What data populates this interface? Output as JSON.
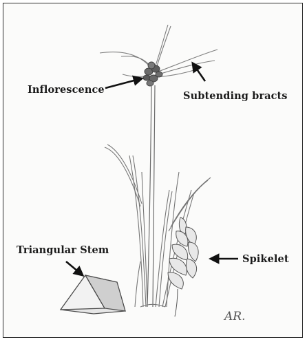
{
  "labels": {
    "inflorescence": "Inflorescence",
    "subtending_bracts": "Subtending bracts",
    "triangular_stem": "Triangular Stem",
    "spikelet": "Spikelet"
  },
  "signature": "AR.",
  "colors": {
    "ink": "#1a1a1a",
    "pencil": "#7a7a7a",
    "pencil_dark": "#4a4a4a",
    "frame": "#2a2a2a"
  }
}
